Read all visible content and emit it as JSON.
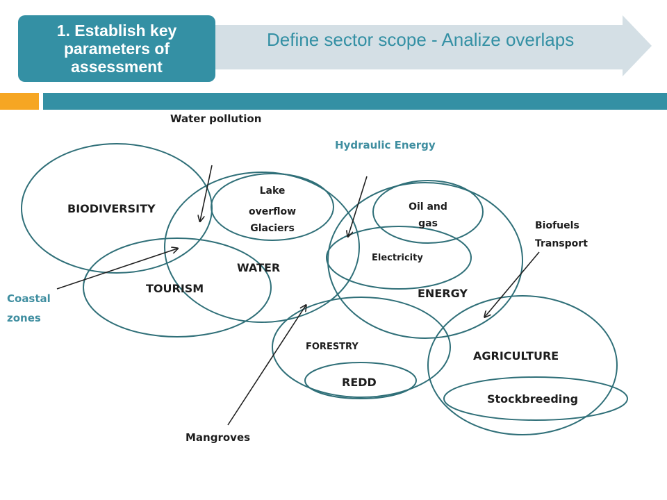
{
  "header": {
    "step_label": "1. Establish key parameters of assessment",
    "banner_text": "Define sector scope - Analize overlaps"
  },
  "colors": {
    "teal": "#3490a4",
    "light_arrow": "#d4dfe5",
    "orange": "#f6a623",
    "circle_stroke": "#2f6f78",
    "arrow_stroke": "#1f1f1f",
    "annotation_teal": "#3f8ea0"
  },
  "sectors": {
    "biodiversity": "BIODIVERSITY",
    "water": "WATER",
    "tourism": "TOURISM",
    "energy": "ENERGY",
    "forestry": "FORESTRY",
    "agriculture": "AGRICULTURE"
  },
  "sub_items": {
    "lake": [
      "Lake",
      "overflow",
      "Glaciers"
    ],
    "oil_gas": [
      "Oil and",
      "gas"
    ],
    "electricity": "Electricity",
    "redd": "REDD",
    "stockbreeding": "Stockbreeding"
  },
  "annotations": {
    "water_pollution": "Water pollution",
    "hydraulic_energy": "Hydraulic Energy",
    "biofuels": [
      "Biofuels",
      "Transport"
    ],
    "coastal_zones": [
      "Coastal",
      "zones"
    ],
    "mangroves": "Mangroves"
  }
}
